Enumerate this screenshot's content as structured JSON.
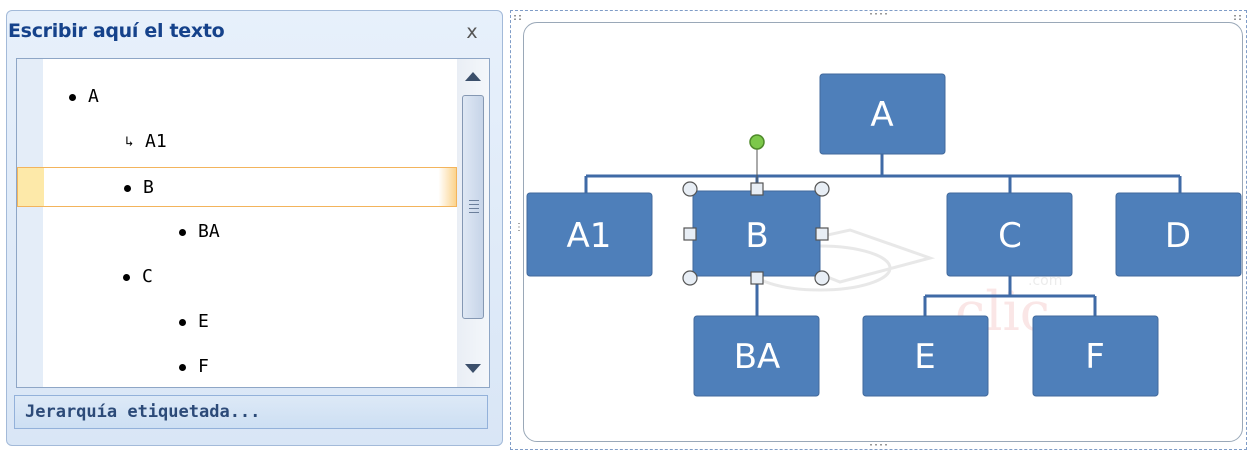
{
  "text_pane": {
    "title": "Escribir aquí el texto",
    "close_glyph": "x",
    "items": [
      {
        "text": "A",
        "marker": "bullet"
      },
      {
        "text": "A1",
        "marker": "arrow"
      },
      {
        "text": "B",
        "marker": "bullet",
        "selected": true
      },
      {
        "text": "BA",
        "marker": "bullet"
      },
      {
        "text": "C",
        "marker": "bullet"
      },
      {
        "text": "E",
        "marker": "bullet"
      },
      {
        "text": "F",
        "marker": "bullet"
      }
    ],
    "footer_link": "Jerarquía etiquetada..."
  },
  "diagram": {
    "nodes": {
      "a": "A",
      "a1": "A1",
      "b": "B",
      "ba": "BA",
      "c": "C",
      "d": "D",
      "e": "E",
      "f": "F"
    },
    "node_color": "#4e7fba",
    "connector_color": "#3f6aa6",
    "watermark": "aula clic .com"
  },
  "colors": {
    "title": "#15428b",
    "selection_border": "#f3b45c",
    "rotate_handle": "#7cc84a"
  }
}
